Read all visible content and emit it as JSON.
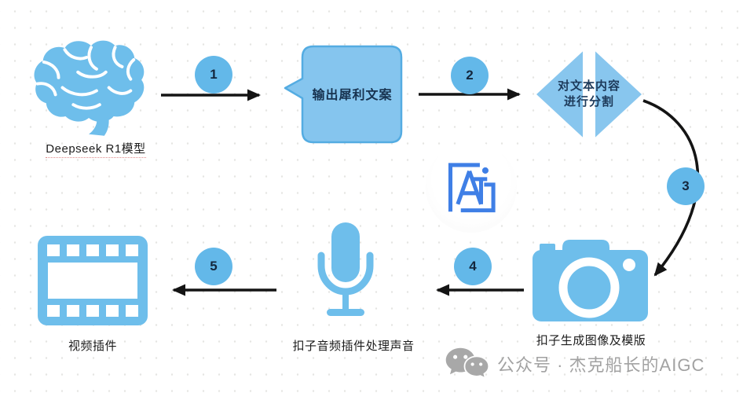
{
  "title": "Workflow diagram: Deepseek R1 to video plugin pipeline",
  "colors": {
    "shape_blue": "#74c1ec",
    "badge_blue": "#63b8e9",
    "bubble_fill": "#85c5ee",
    "bubble_border": "#54ace2",
    "dark_navy_text": "#17324f",
    "arrow_black": "#141414",
    "logo_blue": "#3f7fe6",
    "watermark_gray": "#a2a2a2"
  },
  "nodes": {
    "brain": {
      "icon": "brain-icon",
      "label": "Deepseek R1模型"
    },
    "bubble": {
      "icon": "speech-bubble",
      "label": "输出犀利文案"
    },
    "diamond": {
      "icon": "split-diamond",
      "label_line1": "对文本内容",
      "label_line2": "进行分割"
    },
    "camera": {
      "icon": "camera-icon",
      "label": "扣子生成图像及模版"
    },
    "microphone": {
      "icon": "microphone-icon",
      "label": "扣子音频插件处理声音"
    },
    "film": {
      "icon": "film-strip-icon",
      "label": "视频插件"
    }
  },
  "steps": [
    {
      "number": "1"
    },
    {
      "number": "2"
    },
    {
      "number": "3"
    },
    {
      "number": "4"
    },
    {
      "number": "5"
    }
  ],
  "watermark": {
    "center_logo": "ai-logo",
    "footer_icon": "wechat-icon",
    "footer_text": "公众号 · 杰克船长的AIGC"
  }
}
